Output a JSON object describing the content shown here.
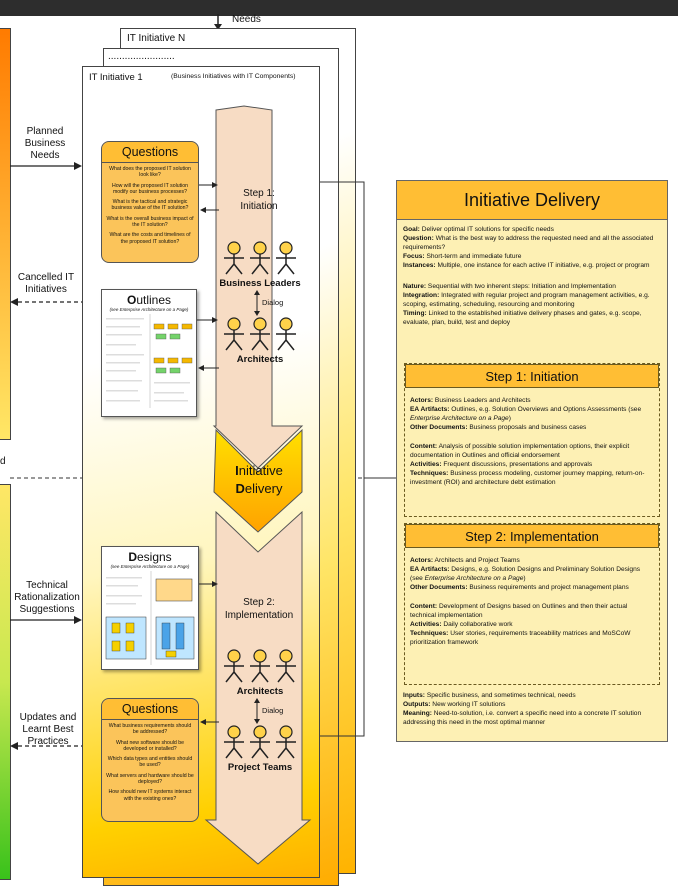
{
  "top_label": "Needs",
  "left_labels": {
    "planned": "Planned Business Needs",
    "cancelled": "Cancelled IT Initiatives",
    "cut": "d",
    "technical": "Technical Rationalization Suggestions",
    "updates": "Updates and Learnt Best Practices"
  },
  "cards": {
    "back_title": "IT Initiative N",
    "middle_dots": "........................",
    "front_title": "IT Initiative 1",
    "front_subtitle": "(Business Initiatives with IT Components)"
  },
  "questions_top": {
    "title": "Questions",
    "items": [
      "What does the proposed IT solution look like?",
      "How will the proposed IT solution modify our business processes?",
      "What is the tactical and strategic business value of the IT solution?",
      "What is the overall business impact of the IT solution?",
      "What are the costs and timelines of the proposed IT solution?"
    ]
  },
  "outlines": {
    "title_first": "O",
    "title_rest": "utlines",
    "subtitle": "(see Enterprise Architecture on a Page)"
  },
  "designs": {
    "title_first": "D",
    "title_rest": "esigns",
    "subtitle": "(see Enterprise Architecture on a Page)"
  },
  "questions_bottom": {
    "title": "Questions",
    "items": [
      "What business requirements should be addressed?",
      "What new software should be developed or installed?",
      "Which data types and entities should be used?",
      "What servers and hardware should be deployed?",
      "How should new IT systems interact with the existing ones?"
    ]
  },
  "process": {
    "step1": "Step 1: Initiation",
    "business_leaders": "Business Leaders",
    "dialog1": "Dialog",
    "architects1": "Architects",
    "center_line1_first": "I",
    "center_line1_rest": "nitiative",
    "center_line2_first": "D",
    "center_line2_rest": "elivery",
    "step2": "Step 2: Implementation",
    "architects2": "Architects",
    "dialog2": "Dialog",
    "project_teams": "Project Teams"
  },
  "right_panel": {
    "title": "Initiative Delivery",
    "intro": [
      {
        "k": "Goal:",
        "v": " Deliver optimal IT solutions for specific needs"
      },
      {
        "k": "Question:",
        "v": " What is the best way to address the requested need and all the associated requirements?"
      },
      {
        "k": "Focus:",
        "v": " Short-term and immediate future"
      },
      {
        "k": "Instances:",
        "v": " Multiple, one instance for each active IT initiative, e.g. project or program"
      }
    ],
    "intro2": [
      {
        "k": "Nature:",
        "v": " Sequential with two inherent steps: Initiation and Implementation"
      },
      {
        "k": "Integration:",
        "v": " Integrated with regular project and program management activities, e.g. scoping, estimating, scheduling, resourcing and monitoring"
      },
      {
        "k": "Timing:",
        "v": " Linked to the established initiative delivery phases and gates, e.g. scope, evaluate, plan, build, test and deploy"
      }
    ],
    "step1": {
      "title": "Step 1: Initiation",
      "a": [
        {
          "k": "Actors:",
          "v": " Business Leaders and Architects"
        },
        {
          "k": "EA Artifacts:",
          "v": " Outlines, e.g. Solution Overviews and Options Assessments (see ",
          "i": "Enterprise Architecture on a Page",
          "e": ")"
        },
        {
          "k": "Other Documents:",
          "v": " Business proposals and business cases"
        }
      ],
      "b": [
        {
          "k": "Content:",
          "v": " Analysis of possible solution implementation options, their explicit documentation in Outlines and official endorsement"
        },
        {
          "k": "Activities:",
          "v": " Frequent discussions, presentations and approvals"
        },
        {
          "k": "Techniques:",
          "v": " Business process modeling, customer journey mapping, return-on-investment (ROI) and architecture debt estimation"
        }
      ]
    },
    "step2": {
      "title": "Step 2: Implementation",
      "a": [
        {
          "k": "Actors:",
          "v": " Architects and Project Teams"
        },
        {
          "k": "EA Artifacts:",
          "v": " Designs, e.g. Solution Designs and Preliminary Solution Designs (see ",
          "i": "Enterprise Architecture on a Page",
          "e": ")"
        },
        {
          "k": "Other Documents:",
          "v": " Business requirements and project management plans"
        }
      ],
      "b": [
        {
          "k": "Content:",
          "v": " Development of Designs based on Outlines and then their actual technical implementation"
        },
        {
          "k": "Activities:",
          "v": " Daily collaborative work"
        },
        {
          "k": "Techniques:",
          "v": " User stories, requirements traceability matrices and MoSCoW prioritization framework"
        }
      ]
    },
    "outro": [
      {
        "k": "Inputs:",
        "v": " Specific business, and sometimes technical, needs"
      },
      {
        "k": "Outputs:",
        "v": " New working IT solutions"
      },
      {
        "k": "Meaning:",
        "v": " Need-to-solution, i.e. convert a specific need into a concrete IT solution addressing this need in the most optimal manner"
      }
    ]
  }
}
